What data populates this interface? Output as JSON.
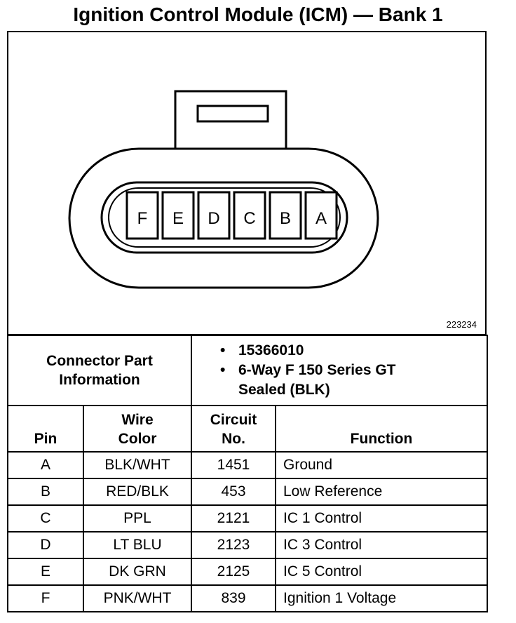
{
  "title": "Ignition Control Module (ICM) — Bank 1",
  "figure_id": "223234",
  "connector": {
    "pins_left_to_right": [
      "F",
      "E",
      "D",
      "C",
      "B",
      "A"
    ]
  },
  "part_info": {
    "label_line1": "Connector Part",
    "label_line2": "Information",
    "items": [
      "15366010",
      "6-Way F 150 Series GT",
      "Sealed (BLK)"
    ]
  },
  "table": {
    "headers": {
      "pin": "Pin",
      "wire_line1": "Wire",
      "wire_line2": "Color",
      "circuit_line1": "Circuit",
      "circuit_line2": "No.",
      "function": "Function"
    },
    "rows": [
      {
        "pin": "A",
        "wire": "BLK/WHT",
        "circuit": "1451",
        "function": "Ground"
      },
      {
        "pin": "B",
        "wire": "RED/BLK",
        "circuit": "453",
        "function": "Low Reference"
      },
      {
        "pin": "C",
        "wire": "PPL",
        "circuit": "2121",
        "function": "IC 1 Control"
      },
      {
        "pin": "D",
        "wire": "LT BLU",
        "circuit": "2123",
        "function": "IC 3 Control"
      },
      {
        "pin": "E",
        "wire": "DK GRN",
        "circuit": "2125",
        "function": "IC 5 Control"
      },
      {
        "pin": "F",
        "wire": "PNK/WHT",
        "circuit": "839",
        "function": "Ignition 1 Voltage"
      }
    ]
  }
}
